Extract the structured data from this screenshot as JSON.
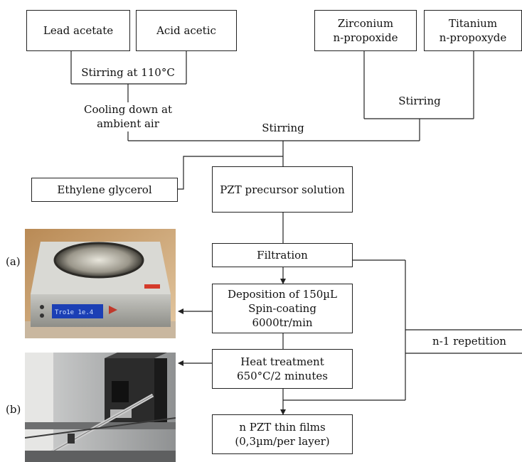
{
  "boxes": {
    "lead_acetate": "Lead acetate",
    "acid_acetic": "Acid acetic",
    "zirconium": [
      "Zirconium",
      "n-propoxide"
    ],
    "titanium": [
      "Titanium",
      "n-propoxyde"
    ],
    "ethylene_glycerol": "Ethylene glycerol",
    "pzt_precursor": "PZT precursor solution",
    "filtration": "Filtration",
    "deposition": [
      "Deposition of 150µL",
      "Spin-coating",
      "6000tr/min"
    ],
    "heat_treatment": [
      "Heat treatment",
      "650°C/2 minutes"
    ],
    "repetition": "n-1 repetition",
    "thin_films": [
      "n PZT thin films",
      "(0,3µm/per layer)"
    ]
  },
  "labels": {
    "stirring_110": "Stirring at 110°C",
    "cooling": [
      "Cooling down at",
      "ambient air"
    ],
    "stirring_zt": "Stirring",
    "stirring_main": "Stirring",
    "photo_a": "(a)",
    "photo_b": "(b)"
  },
  "photos": [
    {
      "name": "spin-coater-photo",
      "tag": "a",
      "display": "Tro1e 1e.4"
    },
    {
      "name": "furnace-photo",
      "tag": "b"
    }
  ]
}
